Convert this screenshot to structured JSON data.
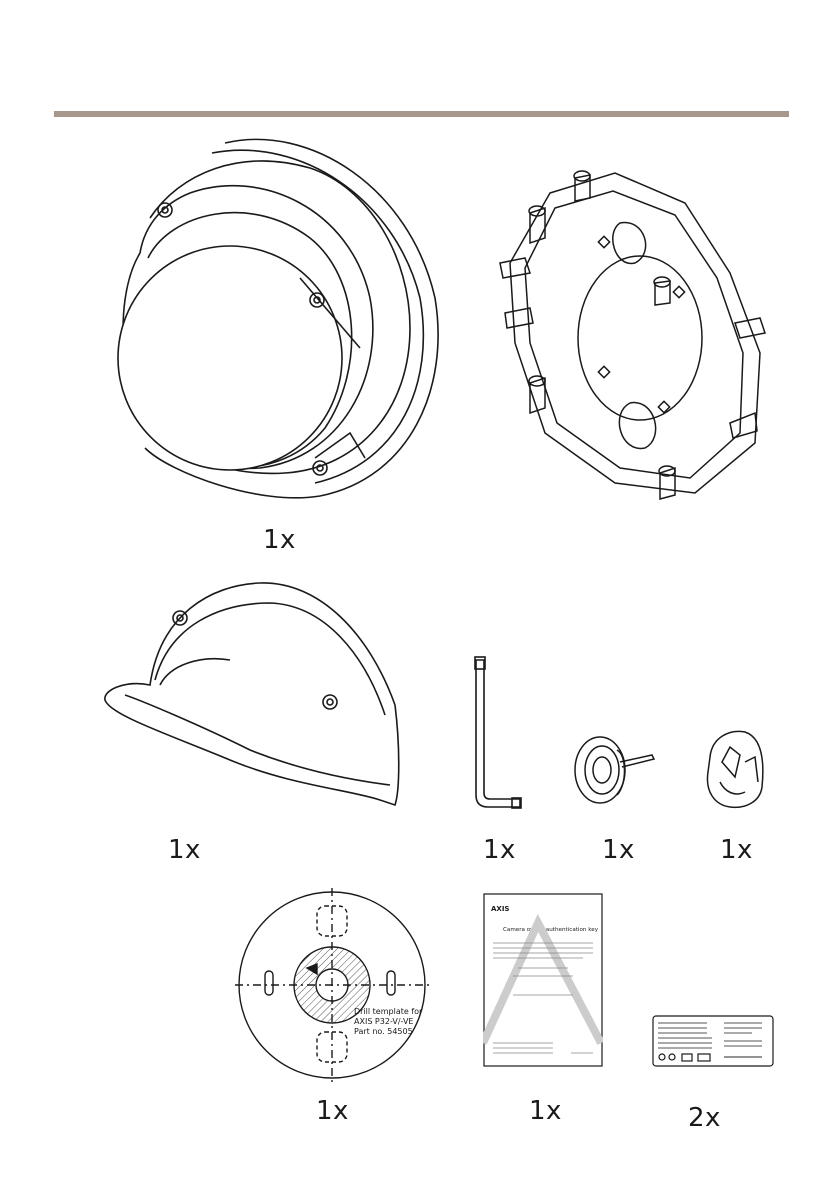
{
  "colors": {
    "rule": "#a8978b",
    "ink": "#1a1a1a",
    "hatch": "#555555"
  },
  "items": [
    {
      "name": "dome camera",
      "quantity": "1x"
    },
    {
      "name": "mounting bracket",
      "quantity": ""
    },
    {
      "name": "weathershield",
      "quantity": "1x"
    },
    {
      "name": "hex key (torx)",
      "quantity": "1x"
    },
    {
      "name": "cable gasket",
      "quantity": "1x"
    },
    {
      "name": "connector guard",
      "quantity": "1x"
    },
    {
      "name": "drill template",
      "quantity": "1x",
      "label_lines": [
        "Drill template for",
        "AXIS P32-V/-VE",
        "Part no. 54505"
      ]
    },
    {
      "name": "authentication key document",
      "quantity": "1x",
      "brand": "AXIS",
      "heading": "Camera owner authentication key"
    },
    {
      "name": "product labels",
      "quantity": "2x"
    }
  ]
}
